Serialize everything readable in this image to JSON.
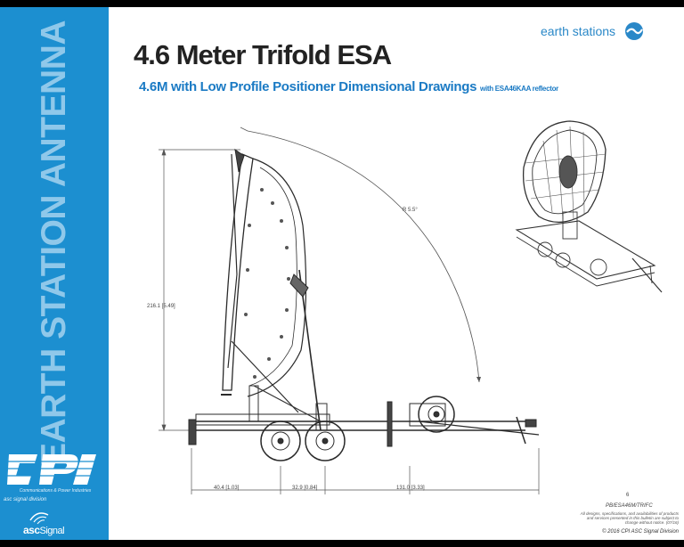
{
  "sidebar": {
    "vertical_title": "EARTH STATION ANTENNA",
    "cpi_tagline": "Communications & Power Industries",
    "asc_division": "asc signal division",
    "asc_brand_bold": "asc",
    "asc_brand_light": "Signal"
  },
  "header": {
    "brand": "earth stations",
    "title": "4.6 Meter Trifold ESA",
    "subtitle": "4.6M with Low Profile Positioner Dimensional Drawings",
    "subtitle_small": "with ESA46KAA reflector"
  },
  "drawing": {
    "dim_height": "216.1 [5.49]",
    "dim_radius": "R 5.5°",
    "dim_front": "40.4 [1.03]",
    "dim_axle": "32.9 [0.84]",
    "dim_tongue": "131.0 [3.33]"
  },
  "footer": {
    "page_number": "6",
    "doc_code": "PB/ESA46M/TRIFC",
    "disclaimer": "All designs, specifications, and availabilities of products and services presented in this bulletin are subject to change without notice. (07/16)",
    "copyright": "© 2016 CPI ASC Signal Division"
  },
  "colors": {
    "sidebar_blue": "#1c8fd0",
    "subtitle_blue": "#1a7ac4",
    "title": "#222222"
  }
}
